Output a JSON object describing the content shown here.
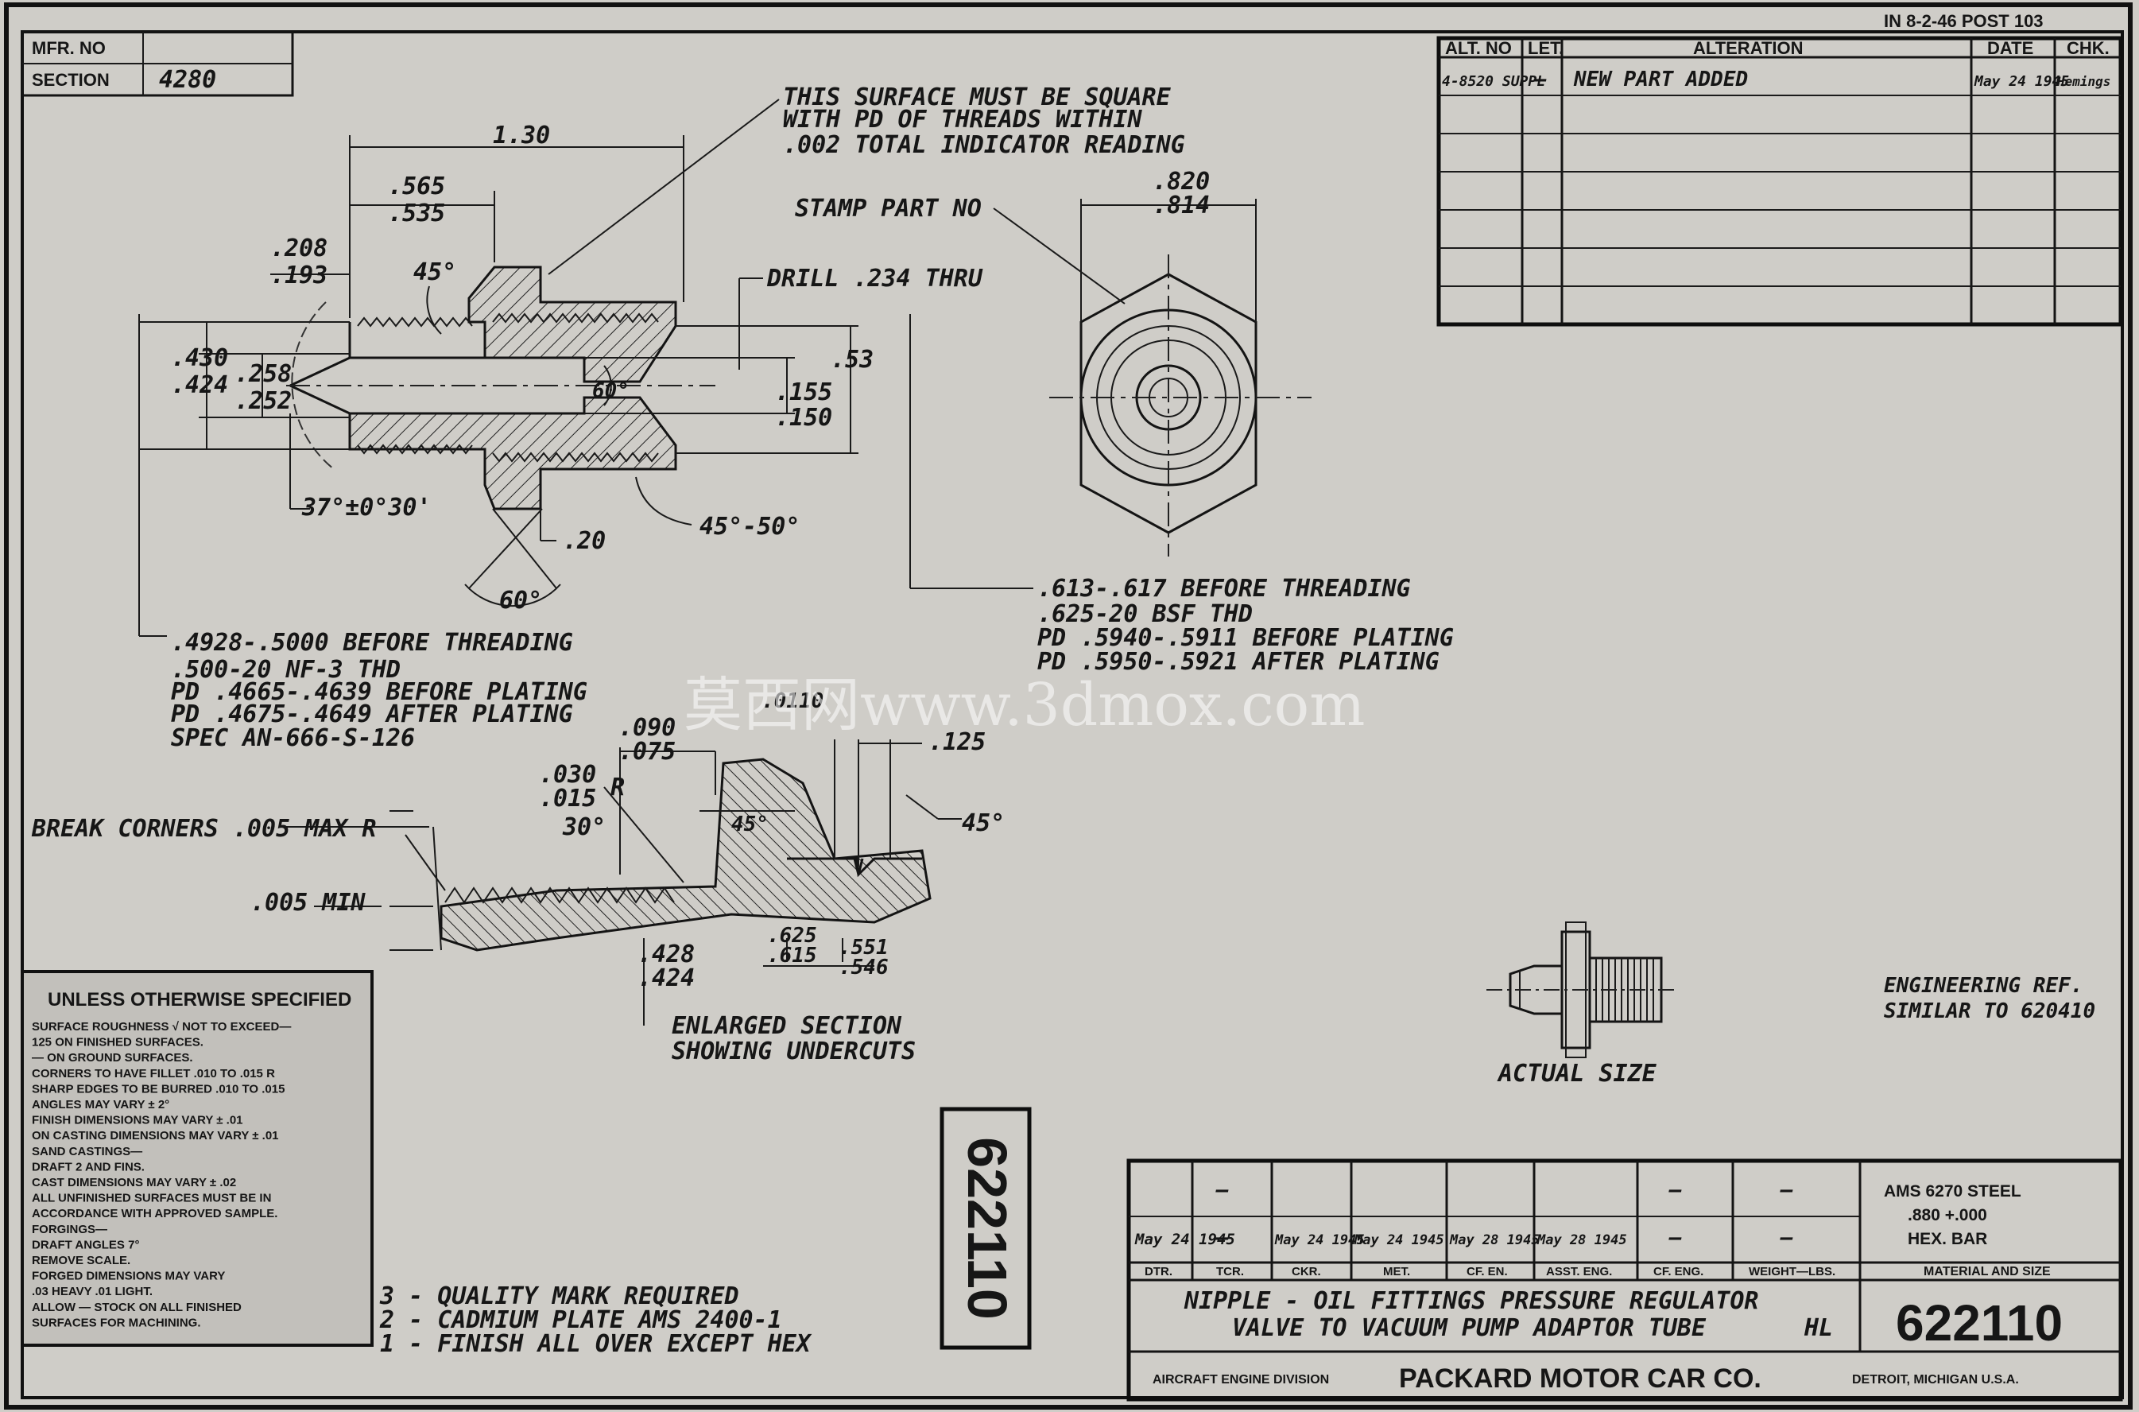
{
  "corner": {
    "mfr_label": "MFR. NO",
    "section_label": "SECTION",
    "section_value": "4280",
    "top_right_stamp": "IN 8-2-46 POST 103"
  },
  "notes": {
    "square_surface": [
      "THIS SURFACE MUST BE SQUARE",
      "WITH PD OF THREADS WITHIN",
      ".002 TOTAL INDICATOR READING"
    ],
    "stamp": "STAMP PART NO",
    "drill": "DRILL .234 THRU",
    "thread_left": [
      ".4928-.5000 BEFORE THREADING",
      ".500-20 NF-3 THD",
      "PD .4665-.4639 BEFORE PLATING",
      "PD .4675-.4649 AFTER PLATING",
      "SPEC AN-666-S-126"
    ],
    "thread_right": [
      ".613-.617 BEFORE THREADING",
      ".625-20 BSF THD",
      "PD .5940-.5911 BEFORE PLATING",
      "PD .5950-.5921 AFTER PLATING"
    ],
    "break_corners": "BREAK CORNERS .005 MAX R",
    "min": ".005 MIN",
    "enlarged": [
      "ENLARGED SECTION",
      "SHOWING UNDERCUTS"
    ],
    "actual_size": "ACTUAL SIZE",
    "eng_ref": [
      "ENGINEERING REF.",
      "SIMILAR TO 620410"
    ],
    "finish_notes": [
      "3 - QUALITY MARK REQUIRED",
      "2 - CADMIUM PLATE AMS 2400-1",
      "1 - FINISH ALL OVER EXCEPT HEX"
    ]
  },
  "dims": {
    "d130": "1.30",
    "d565": ".565",
    "d535": ".535",
    "d208": ".208",
    "d193": ".193",
    "d45": "45°",
    "d430": ".430",
    "d424": ".424",
    "d258": ".258",
    "d252": ".252",
    "d60a": "60°",
    "d155": ".155",
    "d150": ".150",
    "d53": ".53",
    "d37": "37°±0°30'",
    "d20": ".20",
    "d4550": "45°-50°",
    "d60b": "60°",
    "d820": ".820",
    "d814": ".814",
    "d090": ".090",
    "d075": ".075",
    "d0110": ".0110",
    "d125": ".125",
    "d030": ".030",
    "d015": ".015",
    "dR": "R",
    "d30": "30°",
    "d45b": "45°",
    "d45c": "45°",
    "d428": ".428",
    "d424b": ".424",
    "d625": ".625",
    "d615": ".615",
    "d551": ".551",
    "d546": ".546"
  },
  "alteration_table": {
    "headers": [
      "ALT. NO",
      "LET.",
      "ALTERATION",
      "DATE",
      "CHK."
    ],
    "rows": [
      [
        "4-8520 SUPPL",
        "—",
        "NEW PART ADDED",
        "May 24 1945",
        "Hemings"
      ]
    ]
  },
  "spec_box": {
    "title": "UNLESS OTHERWISE SPECIFIED",
    "lines": [
      "SURFACE ROUGHNESS √ NOT TO EXCEED—",
      "125  ON FINISHED SURFACES.",
      "—  ON GROUND SURFACES.",
      "CORNERS TO HAVE FILLET .010 TO .015 R",
      "SHARP EDGES TO BE BURRED .010 TO .015",
      "ANGLES MAY VARY ± 2°",
      "FINISH DIMENSIONS MAY VARY ± .01",
      "ON CASTING DIMENSIONS MAY VARY ± .01",
      "SAND CASTINGS—",
      "DRAFT 2 AND FINS.",
      "CAST DIMENSIONS MAY VARY ± .02",
      "ALL UNFINISHED SURFACES MUST BE IN",
      "ACCORDANCE WITH APPROVED SAMPLE.",
      "FORGINGS—",
      "DRAFT ANGLES 7°",
      "REMOVE SCALE.",
      "FORGED DIMENSIONS MAY VARY",
      ".03 HEAVY .01 LIGHT.",
      "ALLOW  —  STOCK ON ALL FINISHED",
      "SURFACES FOR MACHINING."
    ]
  },
  "side_number": "622110",
  "title_block": {
    "signature_cells": [
      "May 24 1945",
      "—",
      "May 24 1945",
      "May 24 1945",
      "May 28 1945",
      "May 28 1945",
      "—",
      "—"
    ],
    "dash_cells": [
      "—",
      "—",
      "—"
    ],
    "role_labels": [
      "DTR.",
      "TCR.",
      "CKR.",
      "MET.",
      "CF. EN.",
      "ASST. ENG.",
      "CF. ENG.",
      "WEIGHT—LBS."
    ],
    "material": [
      "AMS 6270 STEEL",
      ".880 +.000",
      "HEX. BAR"
    ],
    "material_label": "MATERIAL AND SIZE",
    "part_name": [
      "NIPPLE - OIL FITTINGS PRESSURE REGULATOR",
      "VALVE TO VACUUM PUMP ADAPTOR TUBE"
    ],
    "initials": "HL",
    "part_number": "622110",
    "division": "AIRCRAFT ENGINE DIVISION",
    "company": "PACKARD MOTOR CAR CO.",
    "location": "DETROIT, MICHIGAN U.S.A."
  },
  "watermark": "莫西网www.3dmox.com"
}
